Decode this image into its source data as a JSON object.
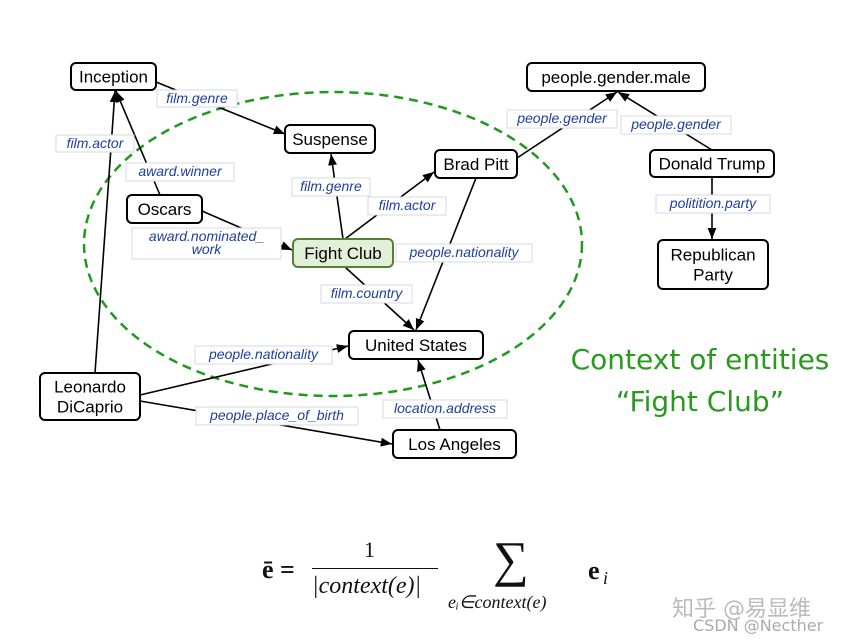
{
  "nodes": [
    {
      "id": "inception",
      "label": "Inception"
    },
    {
      "id": "suspense",
      "label": "Suspense"
    },
    {
      "id": "brad",
      "label": "Brad Pitt"
    },
    {
      "id": "male",
      "label": "people.gender.male"
    },
    {
      "id": "trump",
      "label": "Donald Trump"
    },
    {
      "id": "republican",
      "label": "Republican|Party"
    },
    {
      "id": "oscars",
      "label": "Oscars"
    },
    {
      "id": "fightclub",
      "label": "Fight Club",
      "highlight": true
    },
    {
      "id": "us",
      "label": "United States"
    },
    {
      "id": "leo",
      "label": "Leonardo|DiCaprio"
    },
    {
      "id": "la",
      "label": "Los Angeles"
    }
  ],
  "edge_labels": [
    {
      "id": "e1",
      "label": "film.genre"
    },
    {
      "id": "e2",
      "label": "film.actor"
    },
    {
      "id": "e3",
      "label": "award.winner"
    },
    {
      "id": "e4",
      "label": "film.genre"
    },
    {
      "id": "e5",
      "label": "film.actor"
    },
    {
      "id": "e6",
      "label": "award.nominated_|work"
    },
    {
      "id": "e7",
      "label": "people.nationality"
    },
    {
      "id": "e8",
      "label": "film.country"
    },
    {
      "id": "e9",
      "label": "people.gender"
    },
    {
      "id": "e10",
      "label": "people.gender"
    },
    {
      "id": "e11",
      "label": "politition.party"
    },
    {
      "id": "e12",
      "label": "people.nationality"
    },
    {
      "id": "e13",
      "label": "people.place_of_birth"
    },
    {
      "id": "e14",
      "label": "location.address"
    }
  ],
  "caption": {
    "line1": "Context of entities",
    "line2": "“Fight Club”"
  },
  "formula": {
    "lhs": "ē =",
    "numerator": "1",
    "denominator": "|context(e)|",
    "sum": "∑",
    "subscript": "eᵢ∈context(e)",
    "term": "e",
    "term_sub": "i"
  },
  "watermark": {
    "line1": "知乎 @易显维",
    "line2": "CSDN @Necther"
  },
  "colors": {
    "edge_label": "#1f3fa0",
    "ellipse": "#1f9a1f",
    "caption": "#2a9a1f",
    "highlight_fill": "#e2efd9",
    "highlight_border": "#538135"
  }
}
